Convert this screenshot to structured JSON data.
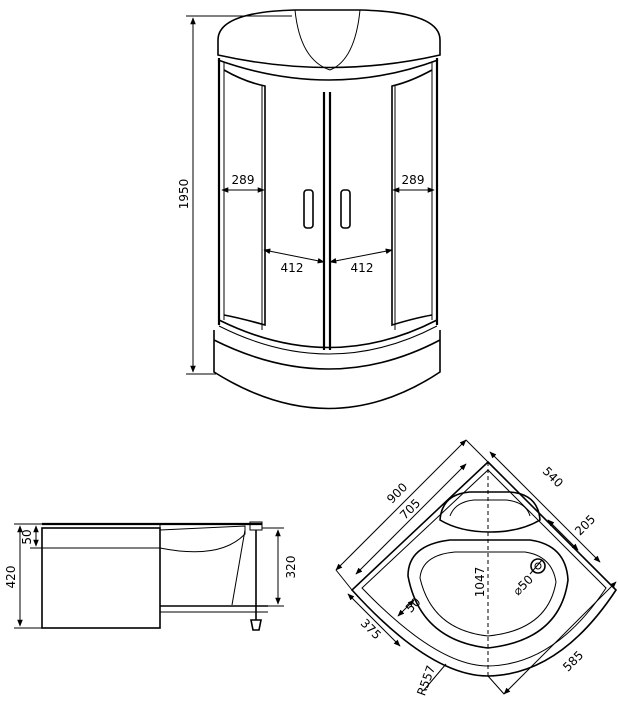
{
  "drawing": {
    "front_view": {
      "height_label": "1950",
      "left_side_label": "289",
      "right_side_label": "289",
      "left_door_label": "412",
      "right_door_label": "412"
    },
    "side_view": {
      "total_height_label": "420",
      "rim_label": "50",
      "leg_height_label": "320"
    },
    "top_view": {
      "overall_label": "900",
      "inner_label": "705",
      "side_label": "540",
      "corner_offset_label": "205",
      "diagonal_label": "1047",
      "drain_label": "⌀50",
      "wall_label": "50",
      "front_left_label": "375",
      "front_right_label": "585",
      "radius_label": "R557"
    }
  }
}
